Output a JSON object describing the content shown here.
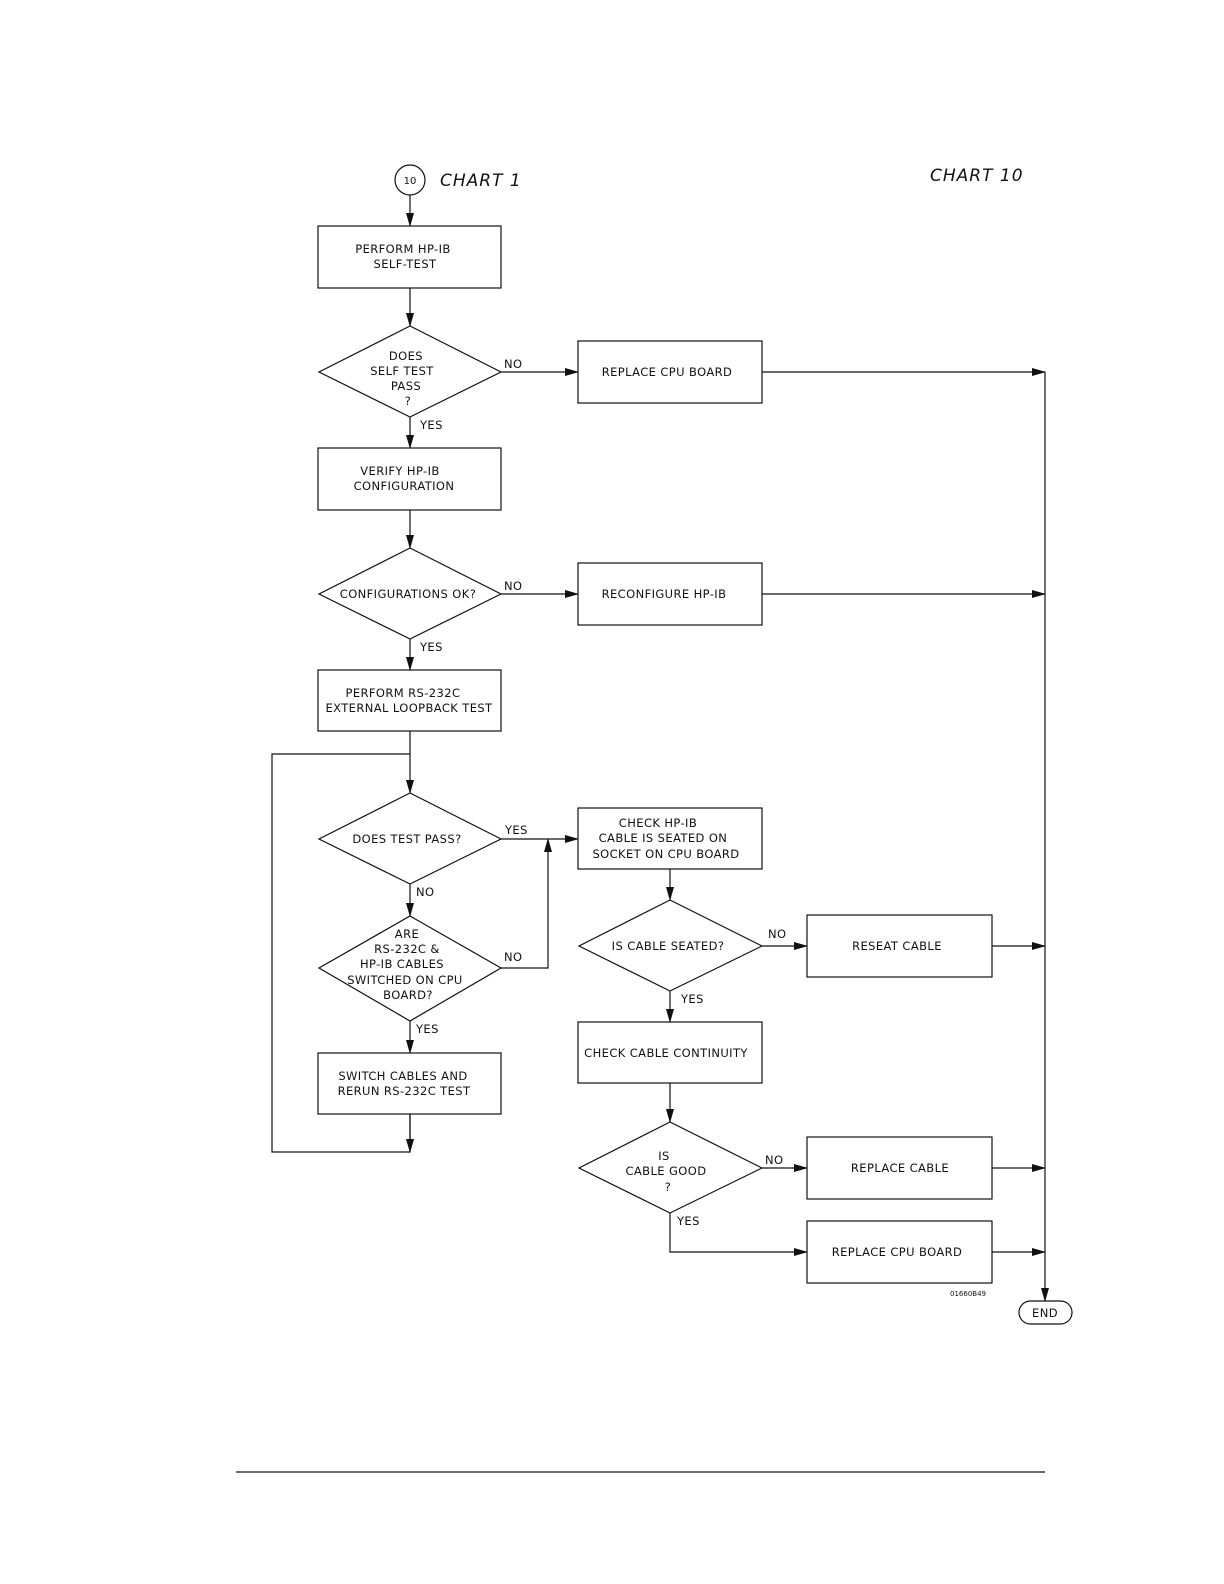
{
  "header": {
    "connector_number": "10",
    "connector_ref": "CHART 1",
    "chart_title": "CHART 10"
  },
  "nodes": {
    "perform_selftest": [
      "PERFORM HP-IB",
      "SELF-TEST"
    ],
    "self_test_pass": [
      "DOES",
      "SELF TEST",
      "PASS",
      "?"
    ],
    "replace_cpu_1": [
      "REPLACE CPU BOARD"
    ],
    "verify_config": [
      "VERIFY HP-IB",
      "CONFIGURATION"
    ],
    "config_ok": [
      "CONFIGURATIONS OK?"
    ],
    "reconfigure": [
      "RECONFIGURE HP-IB"
    ],
    "perform_loopback": [
      "PERFORM RS-232C",
      "EXTERNAL LOOPBACK TEST"
    ],
    "test_pass": [
      "DOES TEST PASS?"
    ],
    "check_cable_seated": [
      "CHECK HP-IB",
      "CABLE IS SEATED ON",
      "SOCKET ON CPU BOARD"
    ],
    "cables_switched": [
      "ARE",
      "RS-232C &",
      "HP-IB CABLES",
      "SWITCHED ON CPU",
      "BOARD?"
    ],
    "cable_seated": [
      "IS CABLE SEATED?"
    ],
    "reseat_cable": [
      "RESEAT CABLE"
    ],
    "switch_cables": [
      "SWITCH CABLES AND",
      "RERUN RS-232C TEST"
    ],
    "check_continuity": [
      "CHECK CABLE CONTINUITY"
    ],
    "cable_good": [
      "IS",
      "CABLE GOOD",
      "?"
    ],
    "replace_cable": [
      "REPLACE CABLE"
    ],
    "replace_cpu_2": [
      "REPLACE CPU BOARD"
    ],
    "end": [
      "END"
    ]
  },
  "labels": {
    "yes": "YES",
    "no": "NO"
  },
  "figure_id": "01660B49"
}
